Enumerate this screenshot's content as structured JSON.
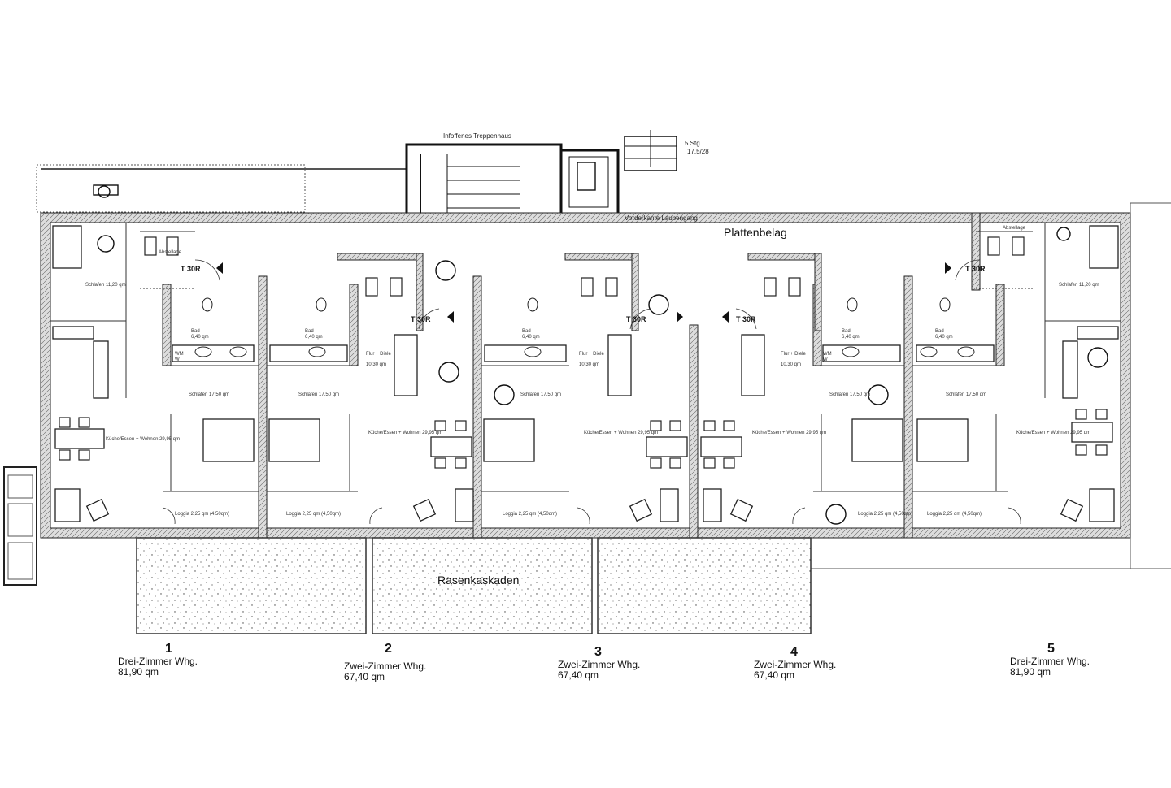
{
  "labels": {
    "staircase": "Infoffenes Treppenhaus",
    "steps": "5 Stg.",
    "steps_dim": "17.5/28",
    "gallery_edge": "Vorderkante Laubengang",
    "paving": "Plattenbelag",
    "lawn": "Rasenkaskaden",
    "door_t30": "T 30R"
  },
  "units": [
    {
      "number": "1",
      "type": "Drei-Zimmer Whg.",
      "area": "81,90 qm"
    },
    {
      "number": "2",
      "type": "Zwei-Zimmer Whg.",
      "area": "67,40 qm"
    },
    {
      "number": "3",
      "type": "Zwei-Zimmer Whg.",
      "area": "67,40 qm"
    },
    {
      "number": "4",
      "type": "Zwei-Zimmer Whg.",
      "area": "67,40 qm"
    },
    {
      "number": "5",
      "type": "Drei-Zimmer Whg.",
      "area": "81,90 qm"
    }
  ],
  "rooms": {
    "bath": "Bad",
    "storage": "Abstellage",
    "kitchen_living": "Küche/Essen + Wohnen 29,95 qm",
    "sleeping_17": "Schlafen 17,50 qm",
    "sleeping_11": "Schlafen 11,20 qm",
    "loggia": "Loggia 2,25 qm (4,50qm)",
    "hall": "Flur + Diele",
    "hall_area": "10,30 qm",
    "bath_area": "6,40 qm",
    "wm": "WM",
    "wt": "WT"
  }
}
